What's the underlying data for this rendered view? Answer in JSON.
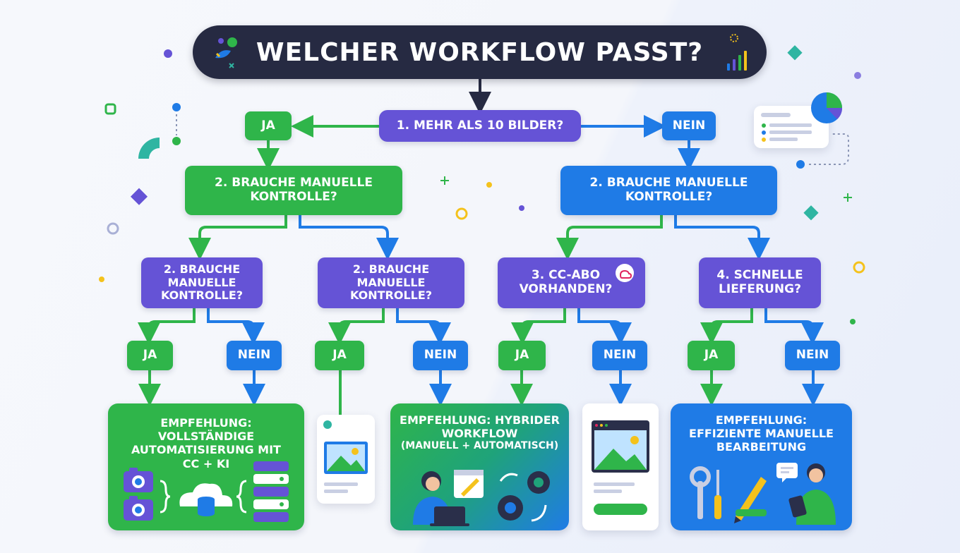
{
  "title": "WELCHER WORKFLOW PASST?",
  "colors": {
    "yes": "#2fb54a",
    "no": "#1f7be6",
    "question": "#6553d6",
    "title_bg": "#262a42"
  },
  "q1": "1. MEHR ALS 10 BILDER?",
  "top_yes": "JA",
  "top_no": "NEIN",
  "q2_left": "2. BRAUCHE MANUELLE KONTROLLE?",
  "q2_right": "2. BRAUCHE MANUELLE KONTROLLE?",
  "level3": [
    "2. BRAUCHE MANUELLE KONTROLLE?",
    "2. BRAUCHE MANUELLE KONTROLLE?",
    "3. CC-ABO VORHANDEN?",
    "4. SCHNELLE LIEFERUNG?"
  ],
  "answers": [
    "JA",
    "NEIN",
    "JA",
    "NEIN",
    "JA",
    "NEIN",
    "JA",
    "NEIN"
  ],
  "recommendations": [
    {
      "title": "EMPFEHLUNG: VOLLSTÄNDIGE AUTOMATISIERUNG MIT CC + KI",
      "subtitle": ""
    },
    {
      "title": "EMPFEHLUNG: HYBRIDER WORKFLOW",
      "subtitle": "(MANUELL + AUTOMATISCH)"
    },
    {
      "title": "EMPFEHLUNG: EFFIZIENTE MANUELLE BEARBEITUNG",
      "subtitle": ""
    }
  ]
}
